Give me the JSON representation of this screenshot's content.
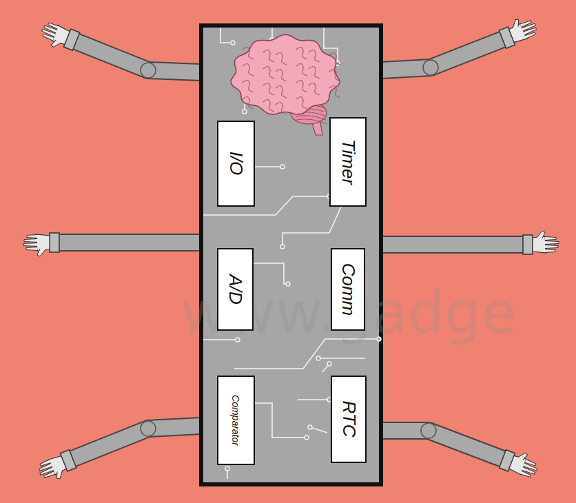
{
  "diagram": {
    "nodes": [
      {
        "text": [
          "I/O"
        ]
      },
      {
        "text": [
          "Timer"
        ]
      },
      {
        "text": [
          "A/D"
        ]
      },
      {
        "text": [
          "Comm"
        ]
      },
      {
        "text": [
          "Comparator"
        ]
      },
      {
        "text": [
          "RTC"
        ]
      }
    ],
    "labels": [
      "www.gadge"
    ]
  }
}
